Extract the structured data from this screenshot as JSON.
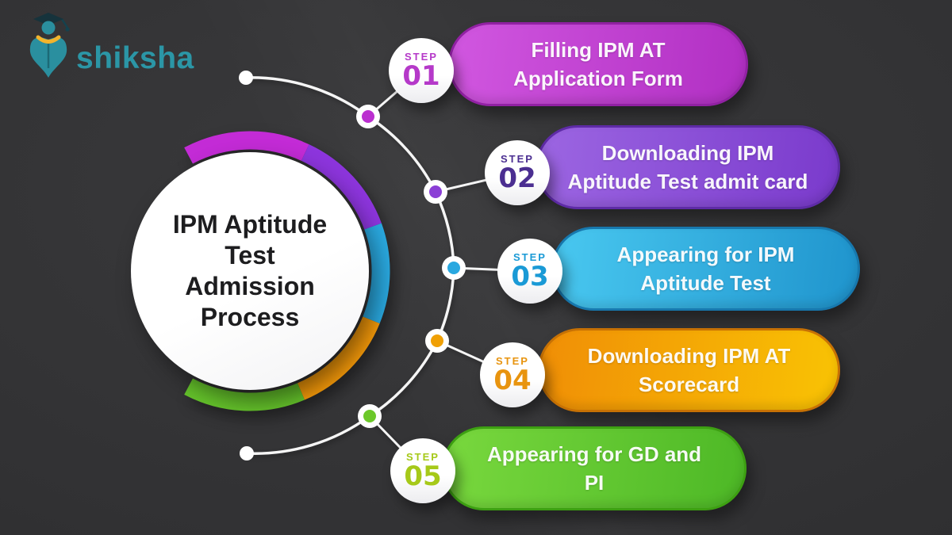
{
  "brand": {
    "name": "shiksha",
    "color": "#2b96a6",
    "icon": "graduation-cap-person-icon"
  },
  "center": {
    "title_lines": [
      "IPM Aptitude",
      "Test",
      "Admission",
      "Process"
    ],
    "text_color": "#1d1d1f",
    "circle_color": "#ffffff",
    "ring_colors": [
      "#c32bd6",
      "#8d35dd",
      "#2aa9e0",
      "#f59a0a",
      "#65c32b"
    ]
  },
  "connector": {
    "line_color": "#f5f5f5"
  },
  "steps": [
    {
      "step_label": "STEP",
      "number": "01",
      "number_color": "#b539c9",
      "pill_line1": "Filling IPM AT",
      "pill_line2": "Application Form",
      "pill_color_start": "#d157e0",
      "pill_color_end": "#b12fc3",
      "pill_rim": "#9121a3",
      "node_color": "#bb2fd0"
    },
    {
      "step_label": "STEP",
      "number": "02",
      "number_color": "#4b2e91",
      "pill_line1": "Downloading IPM",
      "pill_line2": "Aptitude Test admit card",
      "pill_color_start": "#9c66e2",
      "pill_color_end": "#7a3acc",
      "pill_rim": "#5e2ba6",
      "node_color": "#8b3fd6"
    },
    {
      "step_label": "STEP",
      "number": "03",
      "number_color": "#1a9ad6",
      "pill_line1": "Appearing for IPM",
      "pill_line2": "Aptitude Test",
      "pill_color_start": "#49c8f0",
      "pill_color_end": "#1f94cd",
      "pill_rim": "#1778ae",
      "node_color": "#29a8e0"
    },
    {
      "step_label": "STEP",
      "number": "04",
      "number_color": "#e8940f",
      "pill_line1": "Downloading IPM AT",
      "pill_line2": "Scorecard",
      "pill_color_start": "#f08e06",
      "pill_color_end": "#f9c304",
      "pill_rim": "#c77104",
      "node_color": "#f0a005"
    },
    {
      "step_label": "STEP",
      "number": "05",
      "number_color": "#a6c919",
      "pill_line1": "Appearing for GD and",
      "pill_line2": "PI",
      "pill_color_start": "#79d83e",
      "pill_color_end": "#4db826",
      "pill_rim": "#3da012",
      "node_color": "#6cc829"
    }
  ]
}
